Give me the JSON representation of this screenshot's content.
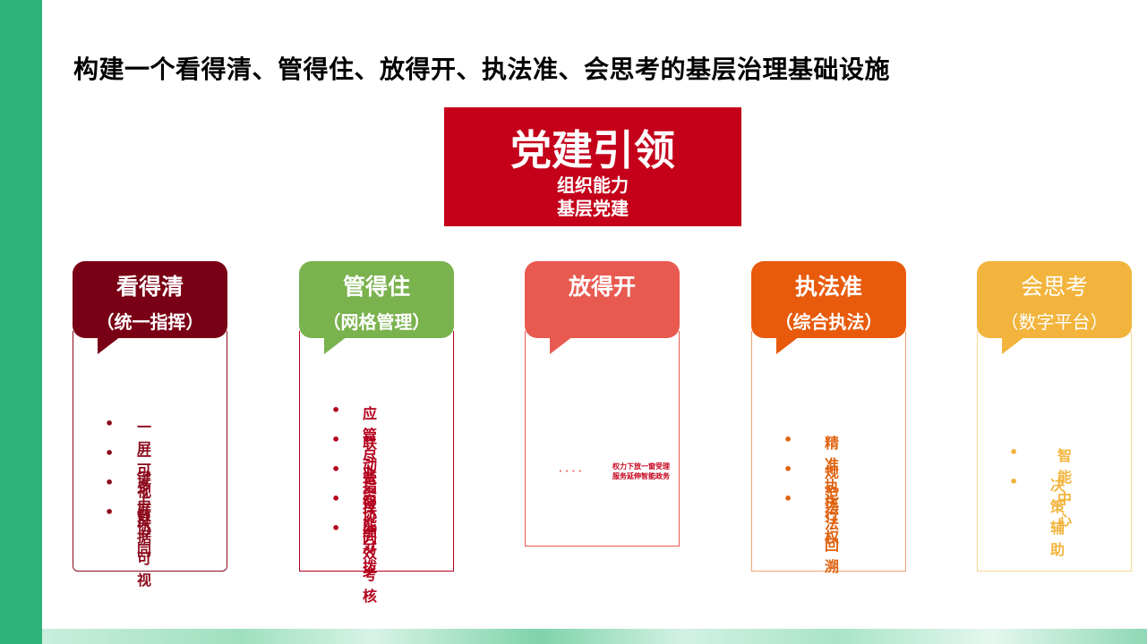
{
  "title": "构建一个看得清、管得住、放得开、执法准、会思考的基层治理基础设施",
  "hero": {
    "title": "党建引领",
    "line1": "组织能力",
    "line2": "基层党建",
    "color": "#c4001a"
  },
  "cards": [
    {
      "title": "看得清",
      "subtitle": "（统一指挥）",
      "color": "#7a0015",
      "text_color": "#8c0a1c",
      "items": [
        "一屏可视",
        "一键上屏",
        "多屏协同",
        "数据可视"
      ]
    },
    {
      "title": "管得住",
      "subtitle": "（网格管理）",
      "color": "#7ab24e",
      "text_color": "#b3001c",
      "items": [
        "应管尽管",
        "联动指挥",
        "业务协同",
        "智能分拨",
        "绩效考核"
      ]
    },
    {
      "title": "放得开",
      "subtitle": "",
      "color": "#e85a50",
      "text_color": "#c4001a",
      "items": [],
      "dots": "· · · ·",
      "tiny_line1": "权力下放一窗受理",
      "tiny_line2": "服务延伸智能政务"
    },
    {
      "title": "执法准",
      "subtitle": "（综合执法）",
      "color": "#e85a0c",
      "text_color": "#e0620f",
      "items": [
        "精准执法",
        "规范行权",
        "执法回溯"
      ]
    },
    {
      "title": "会思考",
      "subtitle": "（数字平台）",
      "color": "#f2b43c",
      "text_color": "#f2b43c",
      "items": [
        "智能中心",
        "决策辅助"
      ]
    }
  ],
  "bullet": "•"
}
